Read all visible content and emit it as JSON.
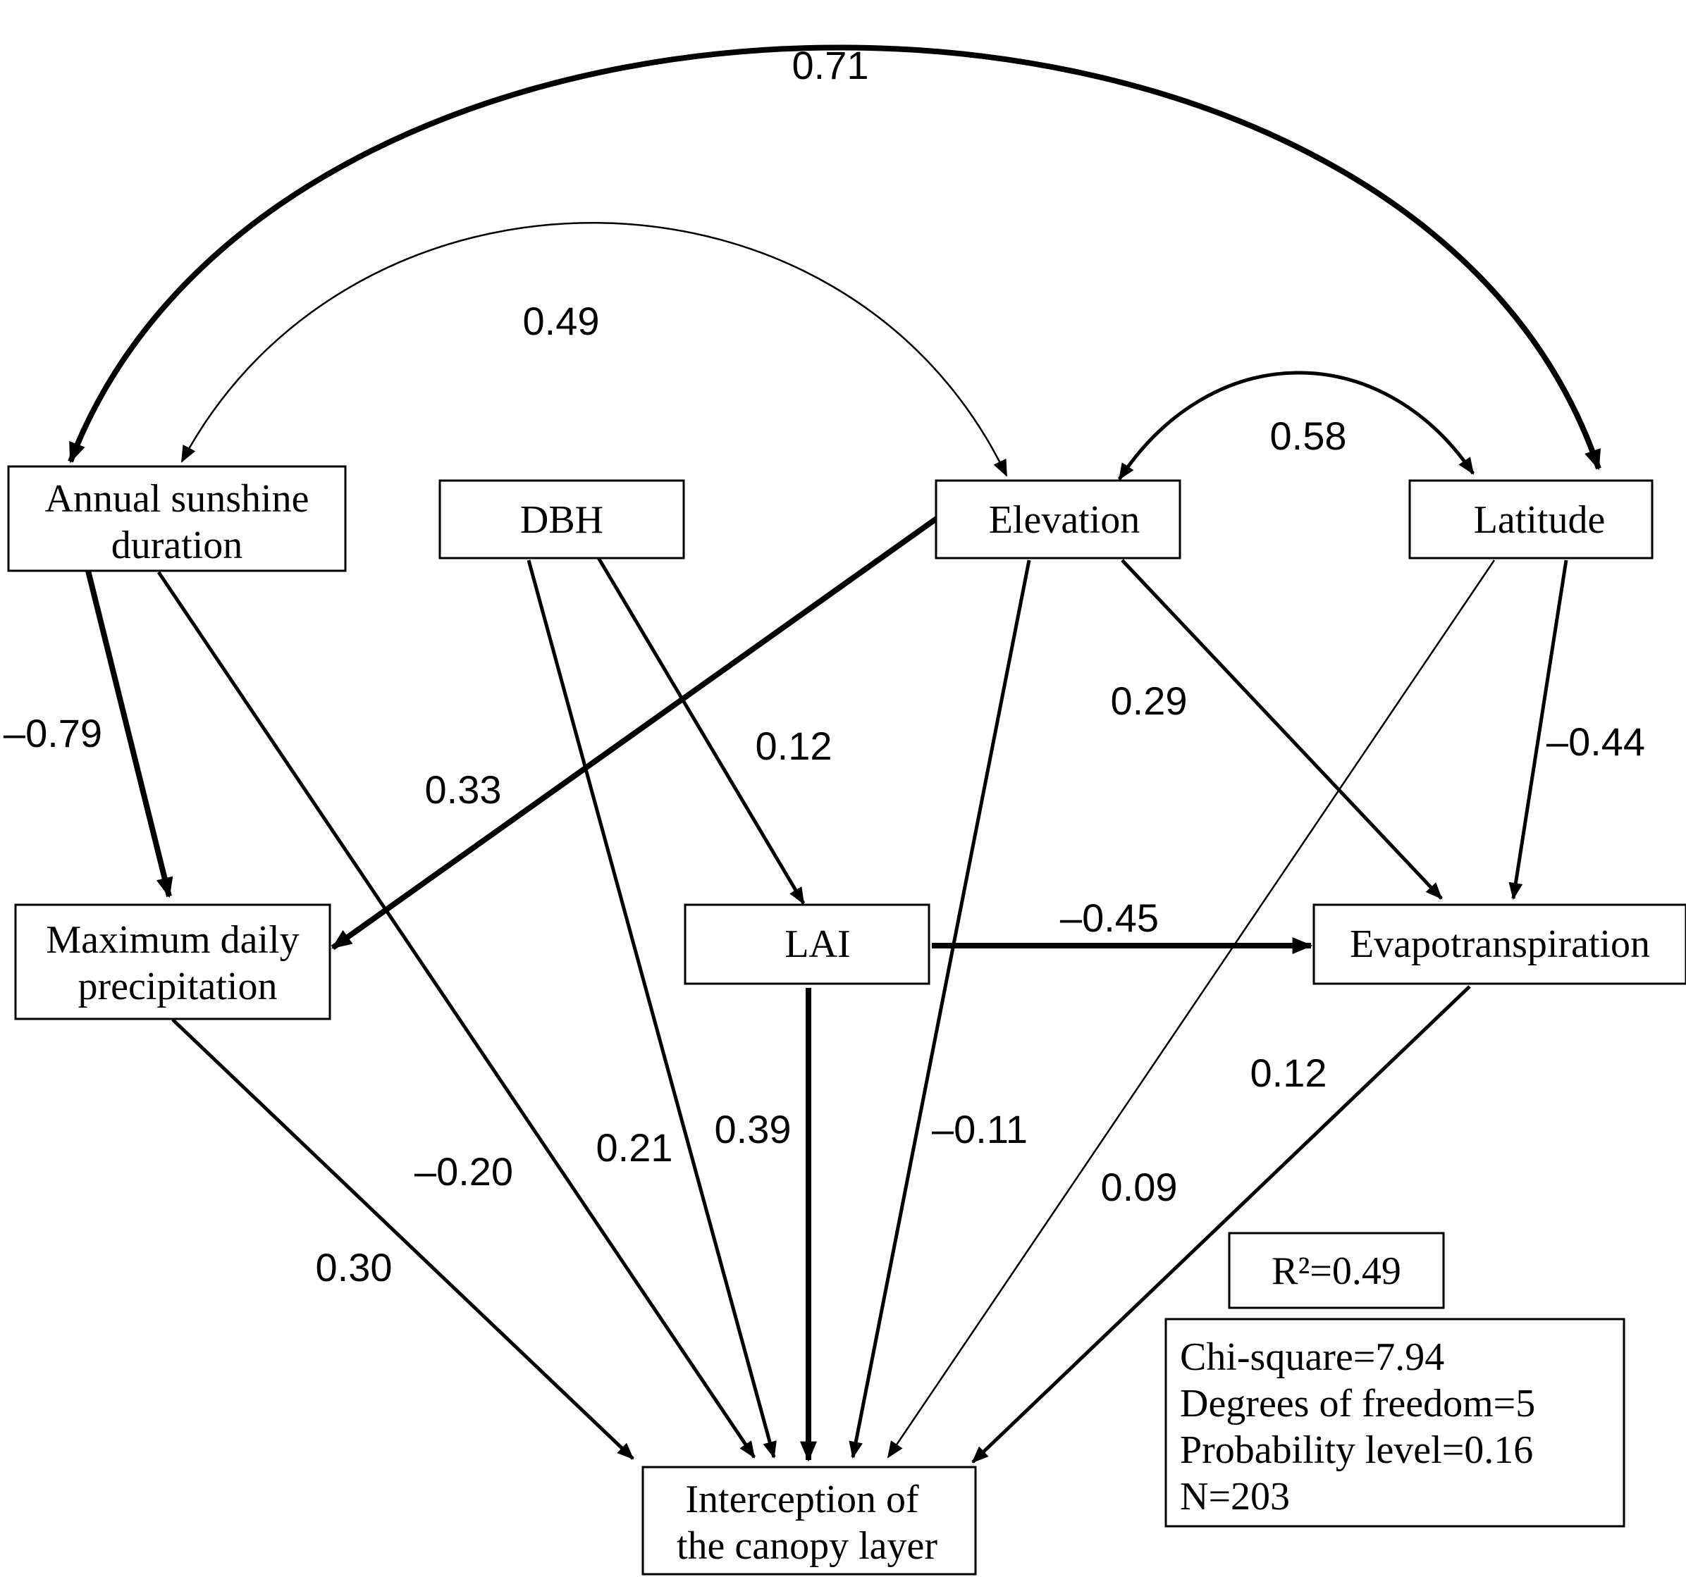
{
  "nodes": {
    "annual_sunshine": {
      "line1": "Annual sunshine",
      "line2": "duration"
    },
    "dbh": {
      "label": "DBH"
    },
    "elevation": {
      "label": "Elevation"
    },
    "latitude": {
      "label": "Latitude"
    },
    "max_precip": {
      "line1": "Maximum daily",
      "line2": "precipitation"
    },
    "lai": {
      "label": "LAI"
    },
    "evapotranspiration": {
      "label": "Evapotranspiration"
    },
    "interception": {
      "line1": "Interception of",
      "line2": "the canopy layer"
    }
  },
  "coefficients": {
    "sunshine_latitude": "0.71",
    "sunshine_elevation": "0.49",
    "elevation_latitude": "0.58",
    "sunshine_to_precip": "–0.79",
    "elevation_to_precip": "0.33",
    "dbh_to_lai": "0.12",
    "elevation_to_evap": "0.29",
    "latitude_to_evap": "–0.44",
    "lai_to_evap": "–0.45",
    "precip_to_interception": "0.30",
    "sunshine_to_interception": "–0.20",
    "dbh_to_interception": "0.21",
    "lai_to_interception": "0.39",
    "elevation_to_interception": "–0.11",
    "latitude_to_interception": "0.09",
    "evap_to_interception": "0.12"
  },
  "stats": {
    "r_squared": "R²=0.49",
    "chi_square": "Chi-square=7.94",
    "degrees_of_freedom": "Degrees of freedom=5",
    "probability_level": "Probability level=0.16",
    "n": "N=203"
  }
}
